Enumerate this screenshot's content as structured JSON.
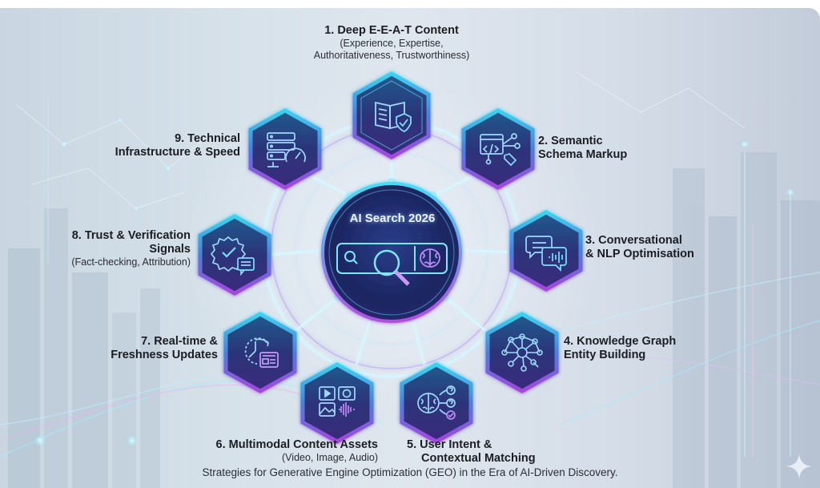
{
  "center": {
    "title": "AI Search 2026",
    "icons": [
      "search-icon",
      "magnifier-icon",
      "brain-icon"
    ]
  },
  "nodes": [
    {
      "id": 1,
      "title": "1. Deep E-E-A-T Content",
      "subtitle": "(Experience, Expertise, Authoritativeness, Trustworthiness)",
      "subtitle_line1": "(Experience, Expertise,",
      "subtitle_line2": "Authoritativeness, Trustworthiness)",
      "icon": "book-shield-icon"
    },
    {
      "id": 2,
      "title_line1": "2. Semantic",
      "title_line2": "Schema Markup",
      "icon": "code-schema-icon"
    },
    {
      "id": 3,
      "title_line1": "3. Conversational",
      "title_line2": "& NLP Optimisation",
      "icon": "chat-audio-icon"
    },
    {
      "id": 4,
      "title_line1": "4. Knowledge Graph",
      "title_line2": "Entity Building",
      "icon": "network-graph-icon"
    },
    {
      "id": 5,
      "title_line1": "5. User Intent &",
      "title_line2": "Contextual Matching",
      "icon": "brain-question-icon"
    },
    {
      "id": 6,
      "title": "6. Multimodal Content Assets",
      "subtitle": "(Video, Image, Audio)",
      "icon": "media-grid-icon"
    },
    {
      "id": 7,
      "title_line1": "7. Real-time &",
      "title_line2": "Freshness Updates",
      "icon": "clock-news-icon"
    },
    {
      "id": 8,
      "title_line1": "8. Trust & Verification",
      "title_line2": "Signals",
      "subtitle": "(Fact-checking, Attribution)",
      "icon": "badge-check-icon"
    },
    {
      "id": 9,
      "title_line1": "9. Technical",
      "title_line2": "Infrastructure & Speed",
      "icon": "server-speed-icon"
    }
  ],
  "caption": "Strategies for Generative Engine Optimization (GEO) in the Era of AI-Driven Discovery.",
  "colors": {
    "hex_top": "#2fb4d6",
    "hex_bottom": "#9a3fd6",
    "hex_fill": "#2a2f74",
    "glow": "#7fe6ff",
    "text": "#1b1d22"
  }
}
